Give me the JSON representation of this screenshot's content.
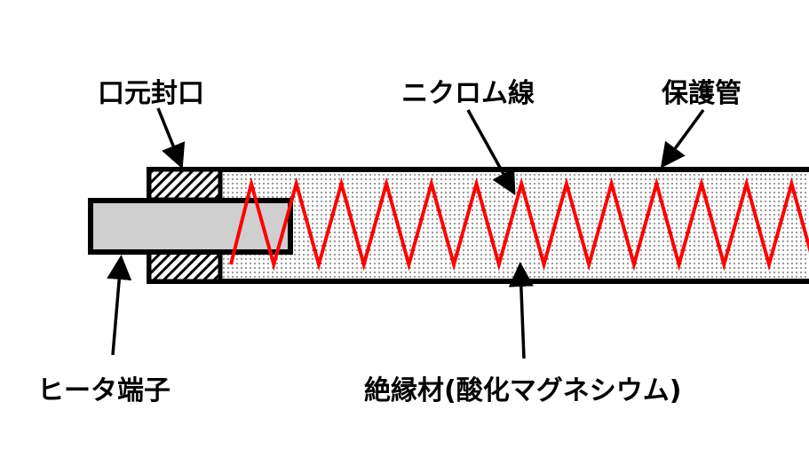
{
  "labels": {
    "seal": "口元封口",
    "nichrome": "ニクロム線",
    "sheath": "保護管",
    "terminal": "ヒータ端子",
    "insulator": "絶縁材(酸化マグネシウム)"
  },
  "colors": {
    "coil": "#ff0000",
    "terminal": "#d0cfd0",
    "line": "#000000"
  }
}
